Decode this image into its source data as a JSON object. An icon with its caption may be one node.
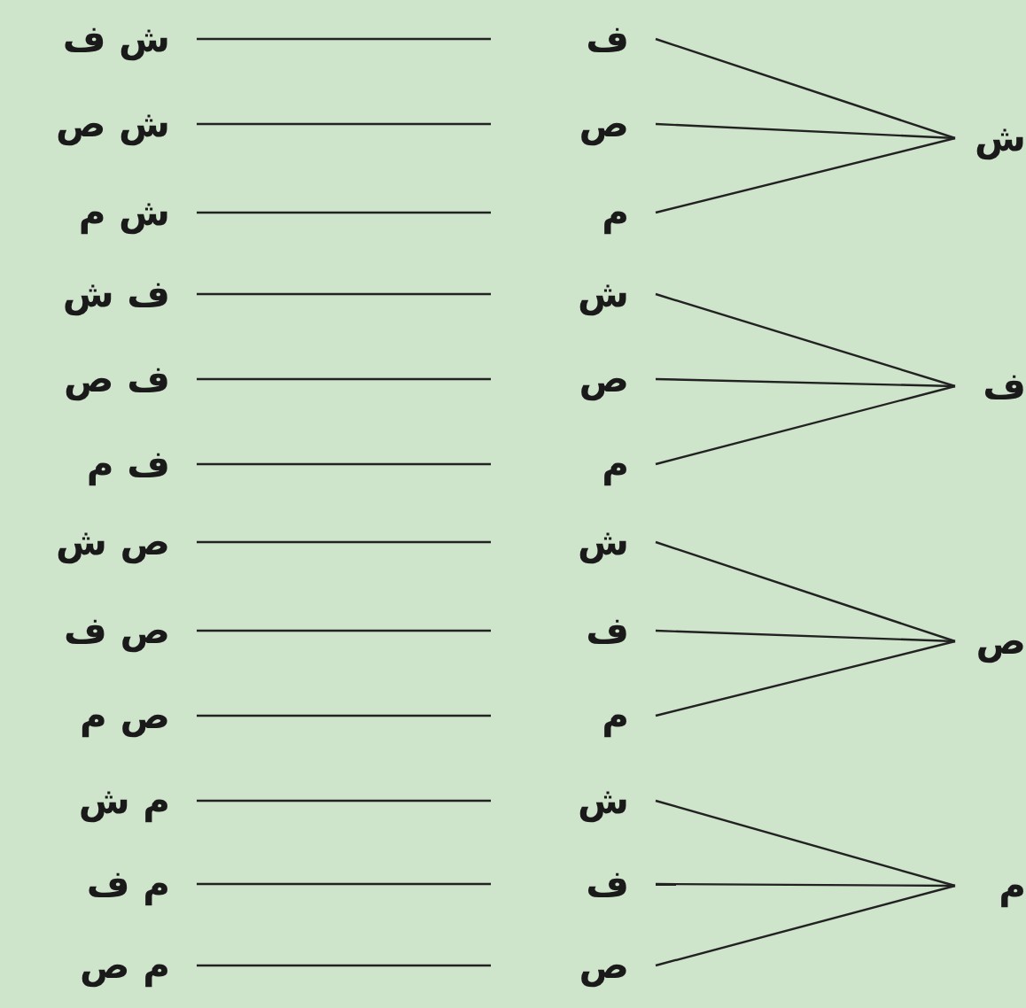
{
  "diagram": {
    "nodes": [
      {
        "text": [
          "ش"
        ]
      },
      {
        "text": [
          "ف"
        ]
      },
      {
        "text": [
          "ص"
        ]
      },
      {
        "text": [
          "م"
        ]
      },
      {
        "text": [
          "ف"
        ]
      },
      {
        "text": [
          "ص"
        ]
      },
      {
        "text": [
          "م"
        ]
      },
      {
        "text": [
          "ش"
        ]
      },
      {
        "text": [
          "ص"
        ]
      },
      {
        "text": [
          "م"
        ]
      },
      {
        "text": [
          "ش"
        ]
      },
      {
        "text": [
          "ف"
        ]
      },
      {
        "text": [
          "م"
        ]
      },
      {
        "text": [
          "ش"
        ]
      },
      {
        "text": [
          "ف"
        ]
      },
      {
        "text": [
          "ص"
        ]
      },
      {
        "text": [
          "ش ف"
        ]
      },
      {
        "text": [
          "ش ص"
        ]
      },
      {
        "text": [
          "ش م"
        ]
      },
      {
        "text": [
          "ف ش"
        ]
      },
      {
        "text": [
          "ف ص"
        ]
      },
      {
        "text": [
          "ف م"
        ]
      },
      {
        "text": [
          "ص ش"
        ]
      },
      {
        "text": [
          "ص ف"
        ]
      },
      {
        "text": [
          "ص م"
        ]
      },
      {
        "text": [
          "م ش"
        ]
      },
      {
        "text": [
          "م ف"
        ]
      },
      {
        "text": [
          "م ص"
        ]
      }
    ],
    "edges": [
      {
        "from": 0,
        "to": 4,
        "arrow": "none"
      },
      {
        "from": 0,
        "to": 5,
        "arrow": "none"
      },
      {
        "from": 0,
        "to": 6,
        "arrow": "none"
      },
      {
        "from": 1,
        "to": 7,
        "arrow": "none"
      },
      {
        "from": 1,
        "to": 8,
        "arrow": "none"
      },
      {
        "from": 1,
        "to": 9,
        "arrow": "none"
      },
      {
        "from": 2,
        "to": 10,
        "arrow": "none"
      },
      {
        "from": 2,
        "to": 11,
        "arrow": "none"
      },
      {
        "from": 2,
        "to": 12,
        "arrow": "none"
      },
      {
        "from": 3,
        "to": 13,
        "arrow": "none"
      },
      {
        "from": 3,
        "to": 14,
        "arrow": "none"
      },
      {
        "from": 3,
        "to": 15,
        "arrow": "none"
      },
      {
        "from": 4,
        "to": 16,
        "arrow": "none"
      },
      {
        "from": 5,
        "to": 17,
        "arrow": "none"
      },
      {
        "from": 6,
        "to": 18,
        "arrow": "none"
      },
      {
        "from": 7,
        "to": 19,
        "arrow": "none"
      },
      {
        "from": 8,
        "to": 20,
        "arrow": "none"
      },
      {
        "from": 9,
        "to": 21,
        "arrow": "none"
      },
      {
        "from": 10,
        "to": 22,
        "arrow": "none"
      },
      {
        "from": 11,
        "to": 23,
        "arrow": "none"
      },
      {
        "from": 12,
        "to": 24,
        "arrow": "none"
      },
      {
        "from": 13,
        "to": 25,
        "arrow": "none"
      },
      {
        "from": 14,
        "to": 26,
        "arrow": "none"
      },
      {
        "from": 15,
        "to": 27,
        "arrow": "none"
      }
    ]
  }
}
